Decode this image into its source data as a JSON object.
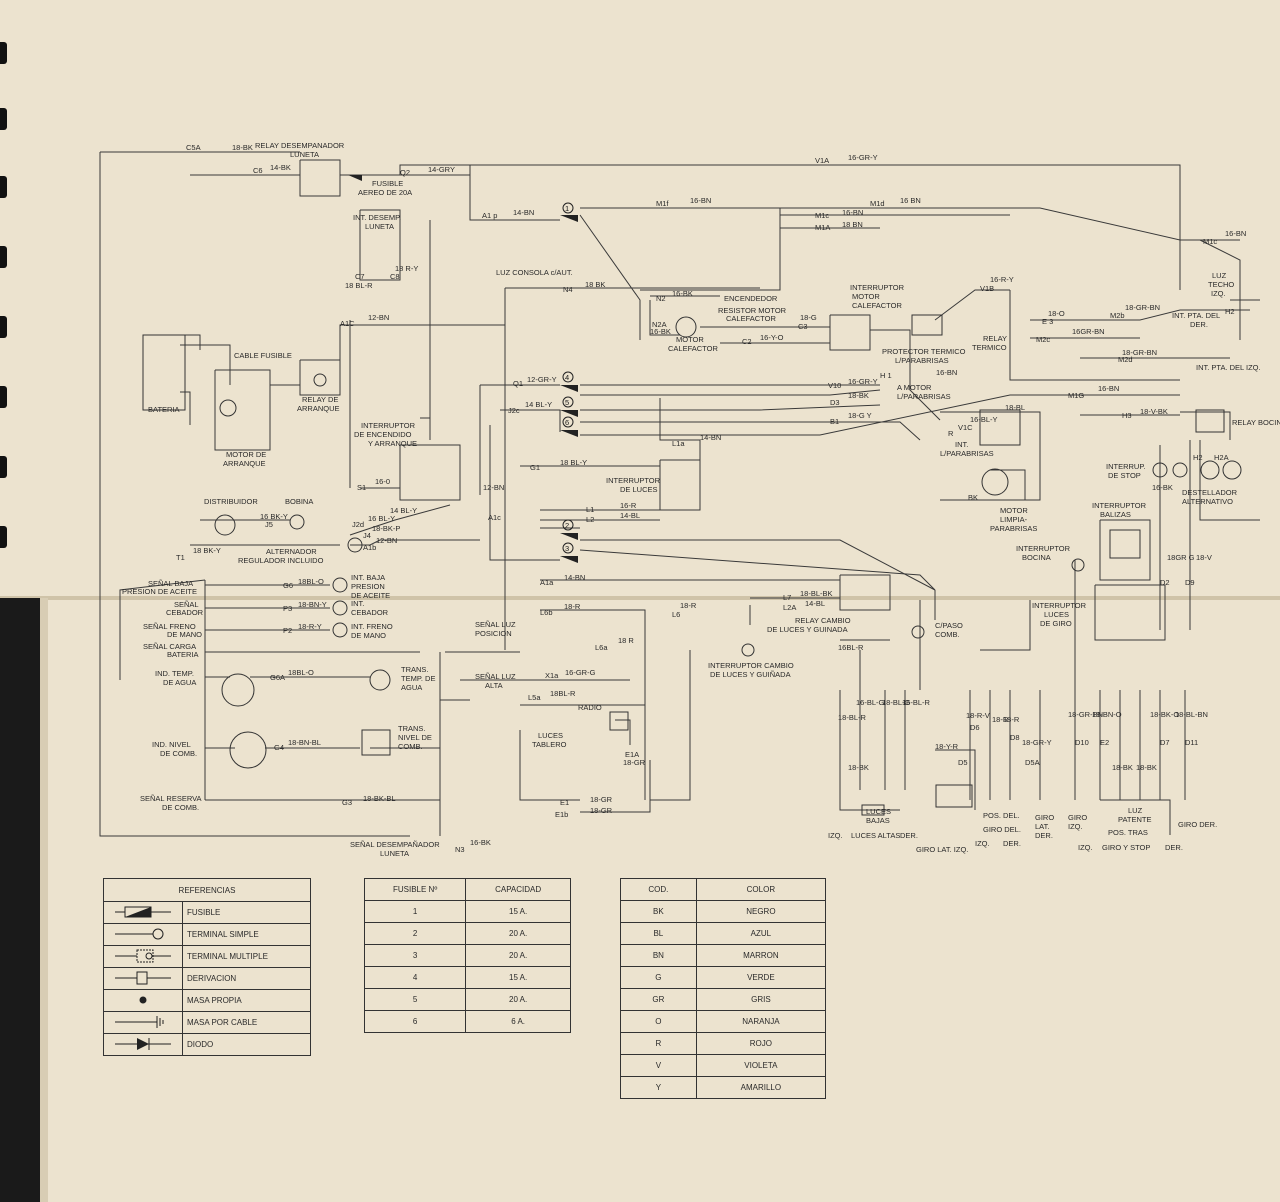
{
  "diagram": {
    "components": {
      "relay_desempanador": "RELAY DESEMPANADOR",
      "luneta": "LUNETA",
      "fusible_aereo_1": "FUSIBLE",
      "fusible_aereo_2": "AEREO DE 20A",
      "int_desemp_1": "INT. DESEMP.",
      "int_desemp_2": "LUNETA",
      "luz_consola": "LUZ CONSOLA c/AUT.",
      "encendedor": "ENCENDEDOR",
      "resistor_1": "RESISTOR MOTOR",
      "resistor_2": "CALEFACTOR",
      "motor_calef_1": "MOTOR",
      "motor_calef_2": "CALEFACTOR",
      "int_motor_calef_1": "INTERRUPTOR",
      "int_motor_calef_2": "MOTOR",
      "int_motor_calef_3": "CALEFACTOR",
      "protector_1": "PROTECTOR TERMICO",
      "protector_2": "L/PARABRISAS",
      "relay_termico_1": "RELAY",
      "relay_termico_2": "TERMICO",
      "luz_techo_1": "LUZ",
      "luz_techo_2": "TECHO",
      "luz_techo_3": "IZQ.",
      "int_pta_der_1": "INT. PTA. DEL",
      "int_pta_der_2": "DER.",
      "int_pta_izq": "INT. PTA. DEL IZQ.",
      "bateria": "BATERIA",
      "cable_fusible": "CABLE FUSIBLE",
      "relay_arranque_1": "RELAY DE",
      "relay_arranque_2": "ARRANQUE",
      "motor_arranque_1": "MOTOR DE",
      "motor_arranque_2": "ARRANQUE",
      "int_encendido_1": "INTERRUPTOR",
      "int_encendido_2": "DE ENCENDIDO",
      "int_encendido_3": "Y ARRANQUE",
      "a_motor_1": "A MOTOR",
      "a_motor_2": "L/PARABRISAS",
      "int_lparabrisas_1": "INT.",
      "int_lparabrisas_2": "L/PARABRISAS",
      "motor_limpia_1": "MOTOR",
      "motor_limpia_2": "LIMPIA-",
      "motor_limpia_3": "PARABRISAS",
      "relay_bocina": "RELAY BOCINA",
      "int_stop_1": "INTERRUP.",
      "int_stop_2": "DE STOP",
      "destellador_1": "DESTELLADOR",
      "destellador_2": "ALTERNATIVO",
      "int_balizas_1": "INTERRUPTOR",
      "int_balizas_2": "BALIZAS",
      "int_bocina_1": "INTERRUPTOR",
      "int_bocina_2": "BOCINA",
      "int_luces_giro_1": "INTERRUPTOR",
      "int_luces_giro_2": "LUCES",
      "int_luces_giro_3": "DE GIRO",
      "int_luces_1": "INTERRUPTOR",
      "int_luces_2": "DE LUCES",
      "distribuidor": "DISTRIBUIDOR",
      "bobina": "BOBINA",
      "alternador_1": "ALTERNADOR",
      "alternador_2": "REGULADOR INCLUIDO",
      "senal_baja_1": "SEÑAL BAJA",
      "senal_baja_2": "PRESION DE ACEITE",
      "int_baja_1": "INT. BAJA",
      "int_baja_2": "PRESION",
      "int_baja_3": "DE ACEITE",
      "senal_cebador_1": "SEÑAL",
      "senal_cebador_2": "CEBADOR",
      "int_cebador_1": "INT.",
      "int_cebador_2": "CEBADOR",
      "senal_freno_1": "SEÑAL FRENO",
      "senal_freno_2": "DE MANO",
      "int_freno_1": "INT. FRENO",
      "int_freno_2": "DE MANO",
      "senal_carga_1": "SEÑAL CARGA",
      "senal_carga_2": "BATERIA",
      "ind_temp_1": "IND. TEMP.",
      "ind_temp_2": "DE AGUA",
      "trans_temp_1": "TRANS.",
      "trans_temp_2": "TEMP. DE",
      "trans_temp_3": "AGUA",
      "ind_nivel_1": "IND. NIVEL",
      "ind_nivel_2": "DE COMB.",
      "trans_nivel_1": "TRANS.",
      "trans_nivel_2": "NIVEL DE",
      "trans_nivel_3": "COMB.",
      "senal_reserva_1": "SEÑAL RESERVA",
      "senal_reserva_2": "DE COMB.",
      "senal_desemp_1": "SEÑAL DESEMPAÑADOR",
      "senal_desemp_2": "LUNETA",
      "senal_posicion_1": "SEÑAL LUZ",
      "senal_posicion_2": "POSICION",
      "senal_alta_1": "SEÑAL LUZ",
      "senal_alta_2": "ALTA",
      "radio": "RADIO",
      "luces_tablero_1": "LUCES",
      "luces_tablero_2": "TABLERO",
      "relay_cambio_1": "RELAY CAMBIO",
      "relay_cambio_2": "DE LUCES Y GUINADA",
      "int_cambio_1": "INTERRUPTOR CAMBIO",
      "int_cambio_2": "DE LUCES Y GUIÑADA",
      "cpaso_1": "C/PASO",
      "cpaso_2": "COMB.",
      "luces_bajas_1": "LUCES",
      "luces_bajas_2": "BAJAS",
      "izq_1": "IZQ.",
      "luces_altas": "LUCES ALTAS",
      "der_1": "DER.",
      "giro_lat_izq": "GIRO LAT. IZQ.",
      "pos_del": "POS. DEL.",
      "giro_del": "GIRO DEL.",
      "izq_2": "IZQ.",
      "der_2": "DER.",
      "giro_lat_der_1": "GIRO",
      "giro_lat_der_2": "LAT.",
      "giro_lat_der_3": "DER.",
      "giro_izq_1": "GIRO",
      "giro_izq_2": "IZQ.",
      "luz_patente_1": "LUZ",
      "luz_patente_2": "PATENTE",
      "pos_tras": "POS. TRAS",
      "izq_3": "IZQ.",
      "giro_stop": "GIRO Y STOP",
      "der_3": "DER.",
      "giro_der": "GIRO DER."
    },
    "wires": {
      "c5a": "C5A",
      "w18bk_a": "18-BK",
      "c6": "C6",
      "w14bk": "14-BK",
      "q2": "Q2",
      "w14gry": "14-GRY",
      "v1a": "V1A",
      "w16gry": "16-GR-Y",
      "a1p": "A1 p",
      "w14bn": "14-BN",
      "m1f": "M1f",
      "w16bn_a": "16-BN",
      "m1d": "M1d",
      "w16bn_b": "16 BN",
      "m1c": "M1c",
      "w16bn_c": "16-BN",
      "m1a": "M1A",
      "w18bn": "18 BN",
      "m1c2": "M1c",
      "w16bn_d": "16-BN",
      "c7": "C7",
      "w18blr": "18 BL-R",
      "c8": "C8",
      "w18ry": "18 R-Y",
      "n4": "N4",
      "w18bk_b": "18 BK",
      "n2": "N2",
      "w16bk_a": "16-BK",
      "n2a": "N2A",
      "w16bk_b": "16-BK",
      "w18g": "18-G",
      "c3": "C3",
      "c2": "C2",
      "w16yo": "16-Y-O",
      "v1b": "V1B",
      "w16ry": "16-R-Y",
      "e3": "E 3",
      "w18o": "18-O",
      "m2b": "M2b",
      "w18grbn_a": "18-GR-BN",
      "m2c": "M2c",
      "w16grbn": "16GR-BN",
      "m2d": "M2d",
      "w18grbn_b": "18-GR-BN",
      "a1c": "A1C",
      "w12bn_a": "12-BN",
      "q1": "Q1",
      "w12gry": "12-GR-Y",
      "v10": "V10",
      "w16gry_b": "16-GR-Y",
      "h1": "H 1",
      "w16bn_e": "16-BN",
      "j2c": "J2c",
      "w14bly": "14 BL-Y",
      "d3": "D3",
      "w18bk_c": "18-BK",
      "m1g": "M1G",
      "w16bn_f": "16-BN",
      "b1": "B1",
      "w18gy": "18-G Y",
      "h3": "H3",
      "w18vbk": "18-V-BK",
      "l1a": "L1a",
      "w14bn_b": "14-BN",
      "g1": "G1",
      "w18bly": "18 BL-Y",
      "s1": "S1",
      "w160": "16-0",
      "w14bly_b": "14 BL-Y",
      "w12bn_b": "12-BN",
      "a1c2": "A1c",
      "w16bky": "16 BK-Y",
      "j5": "J5",
      "w16bly": "16 BL-Y",
      "j2d": "J2d",
      "t1": "T1",
      "w18bky": "18 BK-Y",
      "w18bkp": "18-BK-P",
      "j4": "J4",
      "a1b": "A1b",
      "w12bn_c": "12-BN",
      "l1": "L1",
      "w16r": "16-R",
      "l2": "L2",
      "w14bl": "14-BL",
      "a1a": "A1a",
      "w14bn_c": "14-BN",
      "l6b": "L6b",
      "w18r_a": "18-R",
      "l6a": "L6a",
      "w18r_b": "18 R",
      "w18r_c": "18-R",
      "l6": "L6",
      "g6": "G6",
      "w18blo": "18BL-O",
      "p3": "P3",
      "w18bny": "18-BN-Y",
      "p2": "P2",
      "w18ry_b": "18-R-Y",
      "g6a": "G6A",
      "w18blo_b": "18BL-O",
      "x1a": "X1a",
      "w16gro": "16-GR-G",
      "l5a": "L5a",
      "w18blr_b": "18BL-R",
      "g4": "G4",
      "w18bnbl": "18-BN-BL",
      "g3": "G3",
      "w18bkbl": "18-BK-BL",
      "n3": "N3",
      "w16bk_c": "16-BK",
      "e1": "E1",
      "w18gr": "18-GR",
      "e1b": "E1b",
      "w18gr_b": "18-GR",
      "e1a": "E1A",
      "w18gr_c": "18-GR",
      "l7": "L7",
      "w18blbk": "18-BL-BK",
      "l2a": "L2A",
      "w14bl_b": "14-BL",
      "w16blr": "16BL-R",
      "w18blr_c": "18-BL-R",
      "w16blg": "16-BL-G",
      "w18blg": "18-BL-G",
      "w16blr_b": "16-BL-R",
      "w18bk_d": "18-BK",
      "w18yr": "18-Y-R",
      "w18rv": "18-R-V",
      "w18r_d": "18-R",
      "w18r_e": "18-R",
      "w18gry": "18-GR-Y",
      "w18grbn_c": "18-GR-BN",
      "w18bno": "18-BN-O",
      "w18bko": "18-BK-O",
      "w18blbn": "18-BL-BN",
      "w18bk_e": "18-BK",
      "w18bk_f": "18-BK",
      "w18grg": "18GR G",
      "w18v": "18-V",
      "w16bly_c": "16-BL-Y",
      "v1c": "V1C",
      "w18bl": "18-BL",
      "w16bk_d": "16-BK",
      "h2": "H2",
      "h2a": "H2A",
      "bk": "BK",
      "r": "R",
      "d5": "D5",
      "d5a": "D5A",
      "d6": "D6",
      "d8": "D8",
      "d10": "D10",
      "d11": "D11",
      "d2": "D2",
      "d7": "D7",
      "d9": "D9",
      "e2": "E2",
      "fuse_1": "1",
      "fuse_2": "2",
      "fuse_3": "3",
      "fuse_4": "4",
      "fuse_5": "5",
      "fuse_6": "6"
    }
  },
  "references": {
    "header": "REFERENCIAS",
    "rows": [
      "FUSIBLE",
      "TERMINAL SIMPLE",
      "TERMINAL MULTIPLE",
      "DERIVACION",
      "MASA PROPIA",
      "MASA POR CABLE",
      "DIODO"
    ]
  },
  "fuses": {
    "header_num": "FUSIBLE Nº",
    "header_cap": "CAPACIDAD",
    "rows": [
      {
        "n": "1",
        "cap": "15 A."
      },
      {
        "n": "2",
        "cap": "20 A."
      },
      {
        "n": "3",
        "cap": "20 A."
      },
      {
        "n": "4",
        "cap": "15 A."
      },
      {
        "n": "5",
        "cap": "20 A."
      },
      {
        "n": "6",
        "cap": "6 A."
      }
    ]
  },
  "colors": {
    "header_cod": "COD.",
    "header_color": "COLOR",
    "rows": [
      {
        "cod": "BK",
        "color": "NEGRO"
      },
      {
        "cod": "BL",
        "color": "AZUL"
      },
      {
        "cod": "BN",
        "color": "MARRON"
      },
      {
        "cod": "G",
        "color": "VERDE"
      },
      {
        "cod": "GR",
        "color": "GRIS"
      },
      {
        "cod": "O",
        "color": "NARANJA"
      },
      {
        "cod": "R",
        "color": "ROJO"
      },
      {
        "cod": "V",
        "color": "VIOLETA"
      },
      {
        "cod": "Y",
        "color": "AMARILLO"
      }
    ]
  }
}
